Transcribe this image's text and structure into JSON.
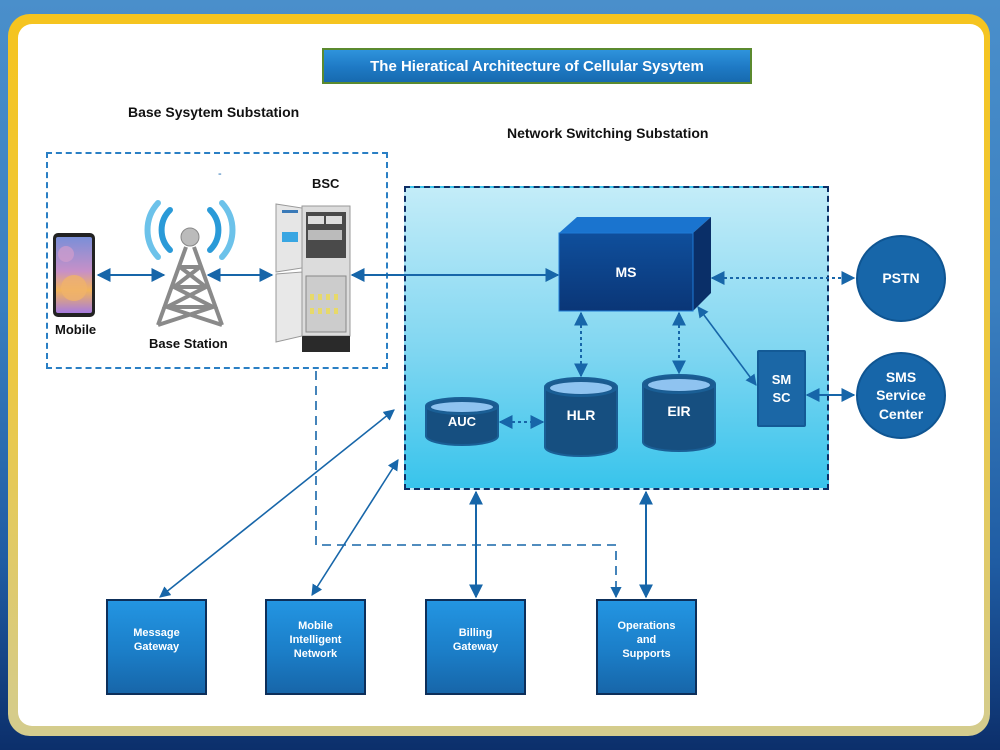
{
  "title": "The Hieratical Architecture of Cellular Sysytem",
  "sections": {
    "bss_label": "Base Sysytem Substation",
    "nss_label": "Network Switching Substation"
  },
  "bss": {
    "mobile_label": "Mobile",
    "base_station_label": "Base Station",
    "bsc_label": "BSC",
    "stray_mark": "-"
  },
  "nss": {
    "ms_label": "MS",
    "hlr_label": "HLR",
    "eir_label": "EIR",
    "auc_label": "AUC",
    "smsc_line1": "SM",
    "smsc_line2": "SC"
  },
  "external": {
    "pstn_label": "PSTN",
    "sms_center_line1": "SMS",
    "sms_center_line2": "Service",
    "sms_center_line3": "Center"
  },
  "bottom_boxes": [
    {
      "lines": [
        "Message",
        "Gateway"
      ]
    },
    {
      "lines": [
        "Mobile",
        "Intelligent",
        "Network"
      ]
    },
    {
      "lines": [
        "Billing",
        "Gateway"
      ]
    },
    {
      "lines": [
        "Operations",
        "and",
        "Supports"
      ]
    }
  ],
  "connections": [
    {
      "from": "Mobile",
      "to": "Base Station",
      "style": "solid",
      "direction": "both"
    },
    {
      "from": "Base Station",
      "to": "BSC",
      "style": "solid",
      "direction": "both"
    },
    {
      "from": "BSC",
      "to": "MS",
      "style": "solid",
      "direction": "both"
    },
    {
      "from": "MS",
      "to": "PSTN",
      "style": "dotted",
      "direction": "both"
    },
    {
      "from": "MS",
      "to": "HLR",
      "style": "dotted",
      "direction": "both"
    },
    {
      "from": "MS",
      "to": "EIR",
      "style": "dotted",
      "direction": "both"
    },
    {
      "from": "AUC",
      "to": "HLR",
      "style": "dotted",
      "direction": "both"
    },
    {
      "from": "MS",
      "to": "SMSC",
      "style": "solid",
      "direction": "both"
    },
    {
      "from": "SMSC",
      "to": "SMS Service Center",
      "style": "solid",
      "direction": "both"
    },
    {
      "from": "NSS",
      "to": "Message Gateway",
      "style": "solid",
      "direction": "both"
    },
    {
      "from": "NSS",
      "to": "Mobile Intelligent Network",
      "style": "solid",
      "direction": "both"
    },
    {
      "from": "NSS",
      "to": "Billing Gateway",
      "style": "solid",
      "direction": "both"
    },
    {
      "from": "NSS",
      "to": "Operations and Supports",
      "style": "solid",
      "direction": "both"
    },
    {
      "from": "BSS",
      "to": "Operations and Supports",
      "style": "dashed",
      "direction": "forward"
    }
  ],
  "colors": {
    "accent": "#1766a9",
    "nss_fill": "#5fcdef",
    "ms_fill": "#0c4389",
    "frame_gold": "#f5c41f",
    "background_blue": "#3a7fc0"
  }
}
